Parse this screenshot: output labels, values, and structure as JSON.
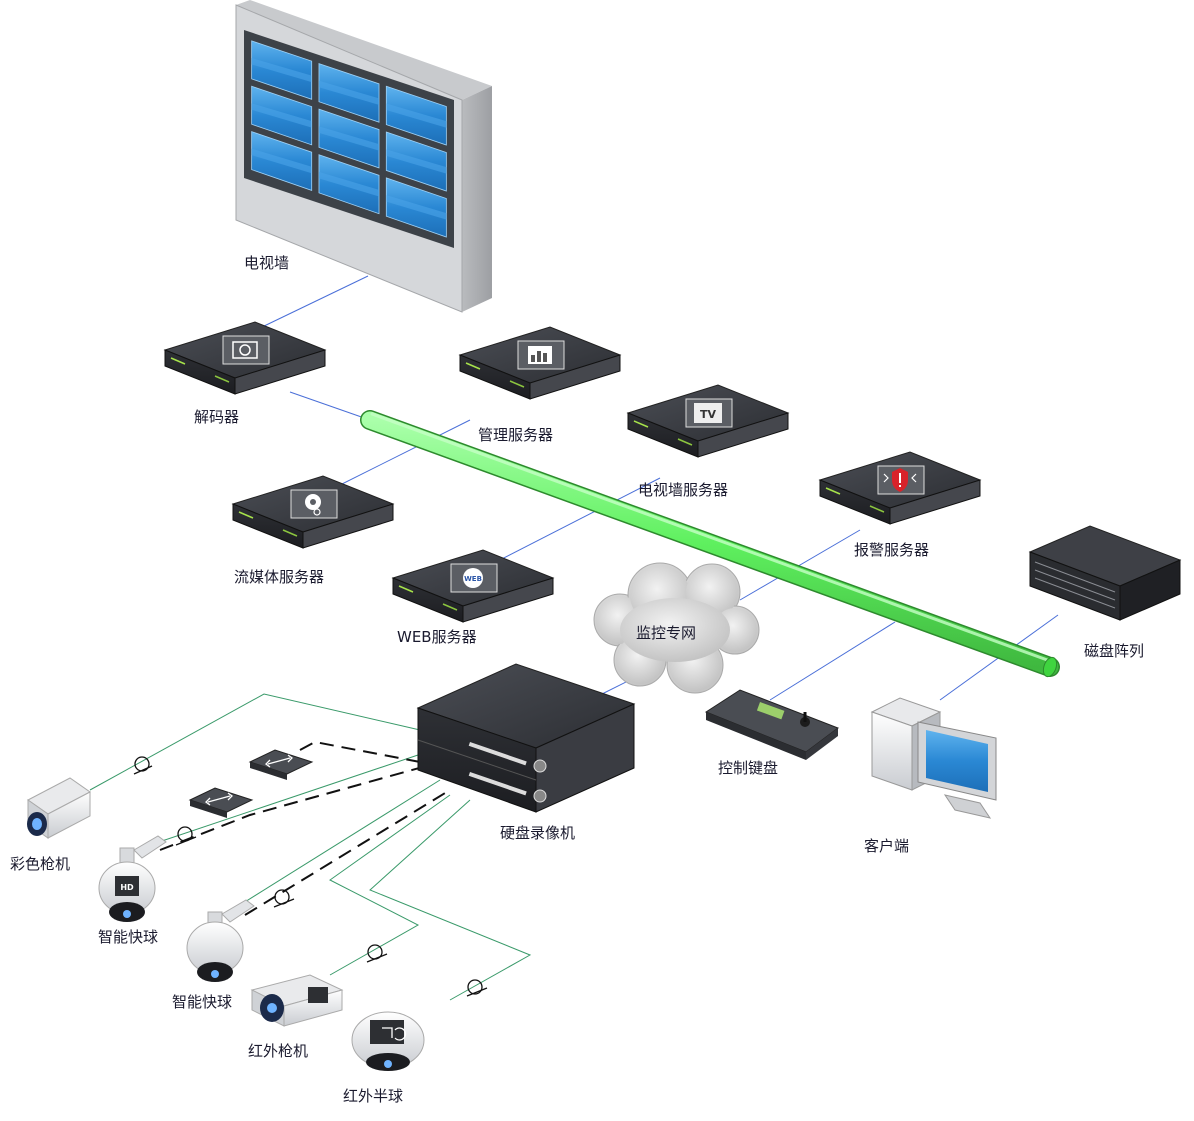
{
  "labels": {
    "tv_wall": "电视墙",
    "decoder": "解码器",
    "mgmt_server": "管理服务器",
    "tvwall_server": "电视墙服务器",
    "stream_server": "流媒体服务器",
    "alarm_server": "报警服务器",
    "web_server": "WEB服务器",
    "cloud": "监控专网",
    "disk_array": "磁盘阵列",
    "nvr": "硬盘录像机",
    "keyboard": "控制键盘",
    "client": "客户端",
    "color_camera": "彩色枪机",
    "speed_dome_1": "智能快球",
    "speed_dome_2": "智能快球",
    "ir_bullet": "红外枪机",
    "ir_dome": "红外半球"
  },
  "icons": {
    "decoder": "film-icon",
    "mgmt_server": "chart-icon",
    "tvwall_server": "tv-icon",
    "stream_server": "reel-icon",
    "alarm_server": "alarm-shield-icon",
    "web_server": "web-globe-icon",
    "speed_dome_hd": "HD",
    "tv_wall_server_glyph": "TV",
    "web_glyph": "WEB"
  },
  "colors": {
    "backbone": "#5ff05f",
    "link_blue": "#4a6fd8",
    "link_green": "#3a9a6a",
    "screen_blue": "#1c7fd0",
    "server_dark": "#3b3d42",
    "alarm_red": "#d8232a"
  }
}
